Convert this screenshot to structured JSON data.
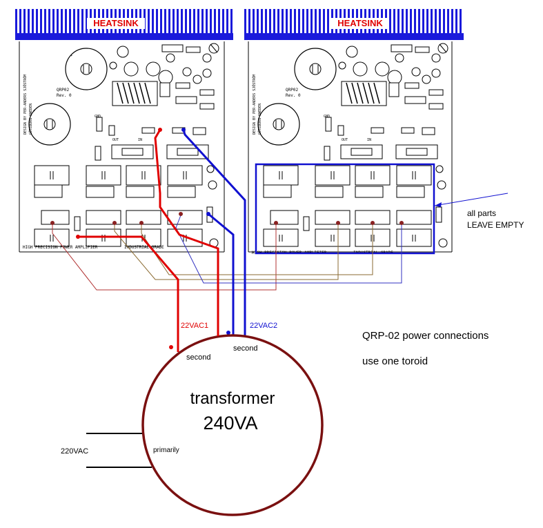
{
  "heatsink_label": "HEATSINK",
  "board_left": {
    "model": "QRP02",
    "rev": "Rev. 0",
    "vert_text": "DESIGN BY PER-ANDERS SJÖSTRÖM",
    "vert_text2": "GÖTEBORG SWEDEN",
    "footer": "HIGH PRECISION POWER AMPLIFIER",
    "footer2": "INDUSTRIAL GRADE",
    "gnd": "GND",
    "out": "OUT",
    "in": "IN"
  },
  "board_right": {
    "model": "QRP02",
    "rev": "Rev. 0",
    "vert_text": "DESIGN BY PER-ANDERS SJÖSTRÖM",
    "vert_text2": "GÖTEBORG SWEDEN",
    "footer": "HIGH PRECISION POWER AMPLIFIER",
    "footer2": "INDUSTRIAL GRADE",
    "gnd": "GND",
    "out": "OUT",
    "in": "IN"
  },
  "annotations": {
    "all_parts_line1": "all parts",
    "all_parts_line2": "LEAVE EMPTY",
    "title": "QRP-02 power connections",
    "subtitle": "use one toroid"
  },
  "wires": {
    "vac1": "22VAC1",
    "vac2": "22VAC2",
    "second_left": "second",
    "second_right": "second",
    "mains": "220VAC",
    "primary": "primarily"
  },
  "transformer": {
    "name": "transformer",
    "rating": "240VA"
  },
  "colors": {
    "heatsink": "#1a1adb",
    "wire_red": "#e00000",
    "wire_blue": "#1010d0",
    "transformer": "#7a1010",
    "wire_thin_red": "#b03030",
    "wire_thin_blue": "#3030c0",
    "wire_brown": "#8a6a30"
  }
}
